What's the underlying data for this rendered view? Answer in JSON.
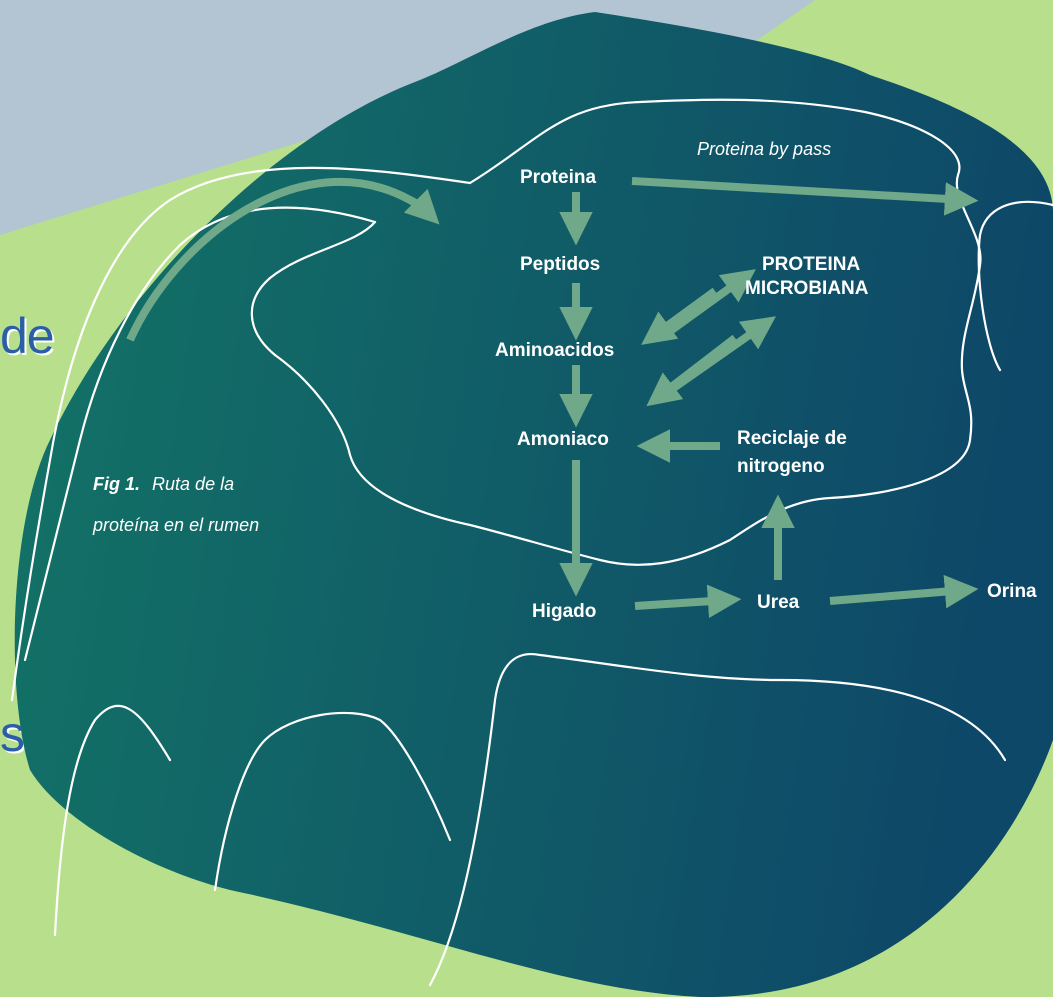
{
  "background_slide": {
    "text_fragment_1": "de",
    "text_fragment_2": "s y"
  },
  "figure": {
    "caption_bold": "Fig 1.",
    "caption_line_1": "Ruta de la",
    "caption_line_2": "proteína en el rumen",
    "nodes": {
      "proteina": "Proteina",
      "peptidos": "Peptidos",
      "aminoacidos": "Aminoacidos",
      "amoniaco": "Amoniaco",
      "proteina_microbiana_1": "PROTEINA",
      "proteina_microbiana_2": "MICROBIANA",
      "reciclaje_1": "Reciclaje de",
      "reciclaje_2": "nitrogeno",
      "higado": "Higado",
      "urea": "Urea",
      "orina": "Orina"
    },
    "bypass_label": "Proteina by pass"
  },
  "colors": {
    "lime": "#b8e08c",
    "slate": "#b3c4d2",
    "teal_light": "#137466",
    "teal_dark": "#0e4868",
    "arrow": "#6fa98a",
    "outline": "#ffffff",
    "text_blue": "#2a5fa8"
  }
}
